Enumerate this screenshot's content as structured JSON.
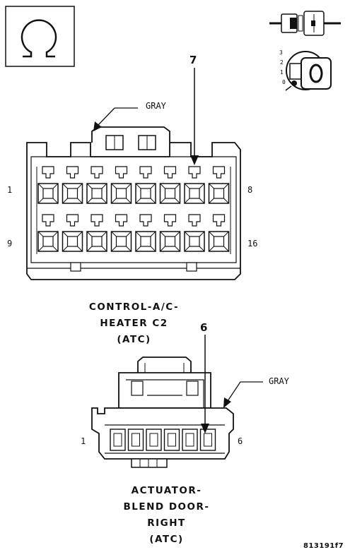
{
  "connector_c2": {
    "wire_color": "GRAY",
    "callout": "7",
    "pin_first_top": "1",
    "pin_last_top": "8",
    "pin_first_bottom": "9",
    "pin_last_bottom": "16",
    "caption_lines": [
      "CONTROL-A/C-",
      "HEATER C2",
      "(ATC)"
    ]
  },
  "connector_actuator": {
    "wire_color": "GRAY",
    "callout": "6",
    "pin_first": "1",
    "pin_last": "6",
    "caption_lines": [
      "ACTUATOR-",
      "BLEND DOOR-",
      "RIGHT",
      "(ATC)"
    ]
  },
  "ignition_positions": [
    "3",
    "2",
    "1",
    "0"
  ],
  "figure_id": "813191f7",
  "icon_names": [
    "ohm-meter-icon",
    "connector-plug-icon",
    "ignition-key-icon"
  ]
}
